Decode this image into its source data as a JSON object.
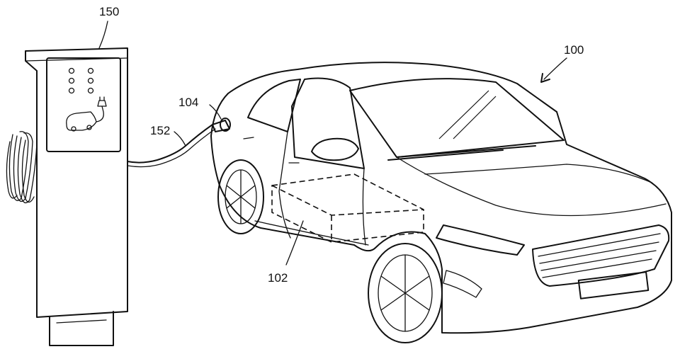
{
  "labels": {
    "vehicle": "100",
    "battery": "102",
    "charging_port": "104",
    "charger": "150",
    "cable": "152"
  }
}
